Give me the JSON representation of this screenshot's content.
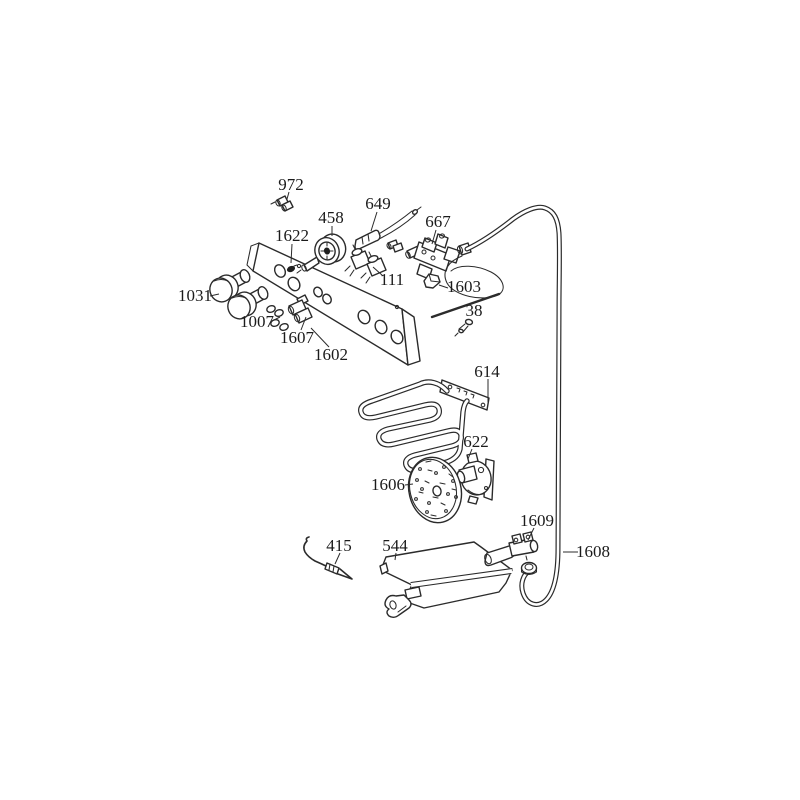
{
  "diagram": {
    "type": "appliance-exploded-parts-diagram",
    "background_color": "#ffffff",
    "line_color": "#2b2b2b",
    "labels": {
      "p972": "972",
      "p458": "458",
      "p649": "649",
      "p667": "667",
      "p1622": "1622",
      "p111": "111",
      "p1603": "1603",
      "p1031": "1031",
      "p1007": "1007",
      "p1607": "1607",
      "p1602": "1602",
      "p38": "38",
      "p614": "614",
      "p622": "622",
      "p1606": "1606",
      "p1609": "1609",
      "p1608": "1608",
      "p415": "415",
      "p544": "544"
    }
  }
}
